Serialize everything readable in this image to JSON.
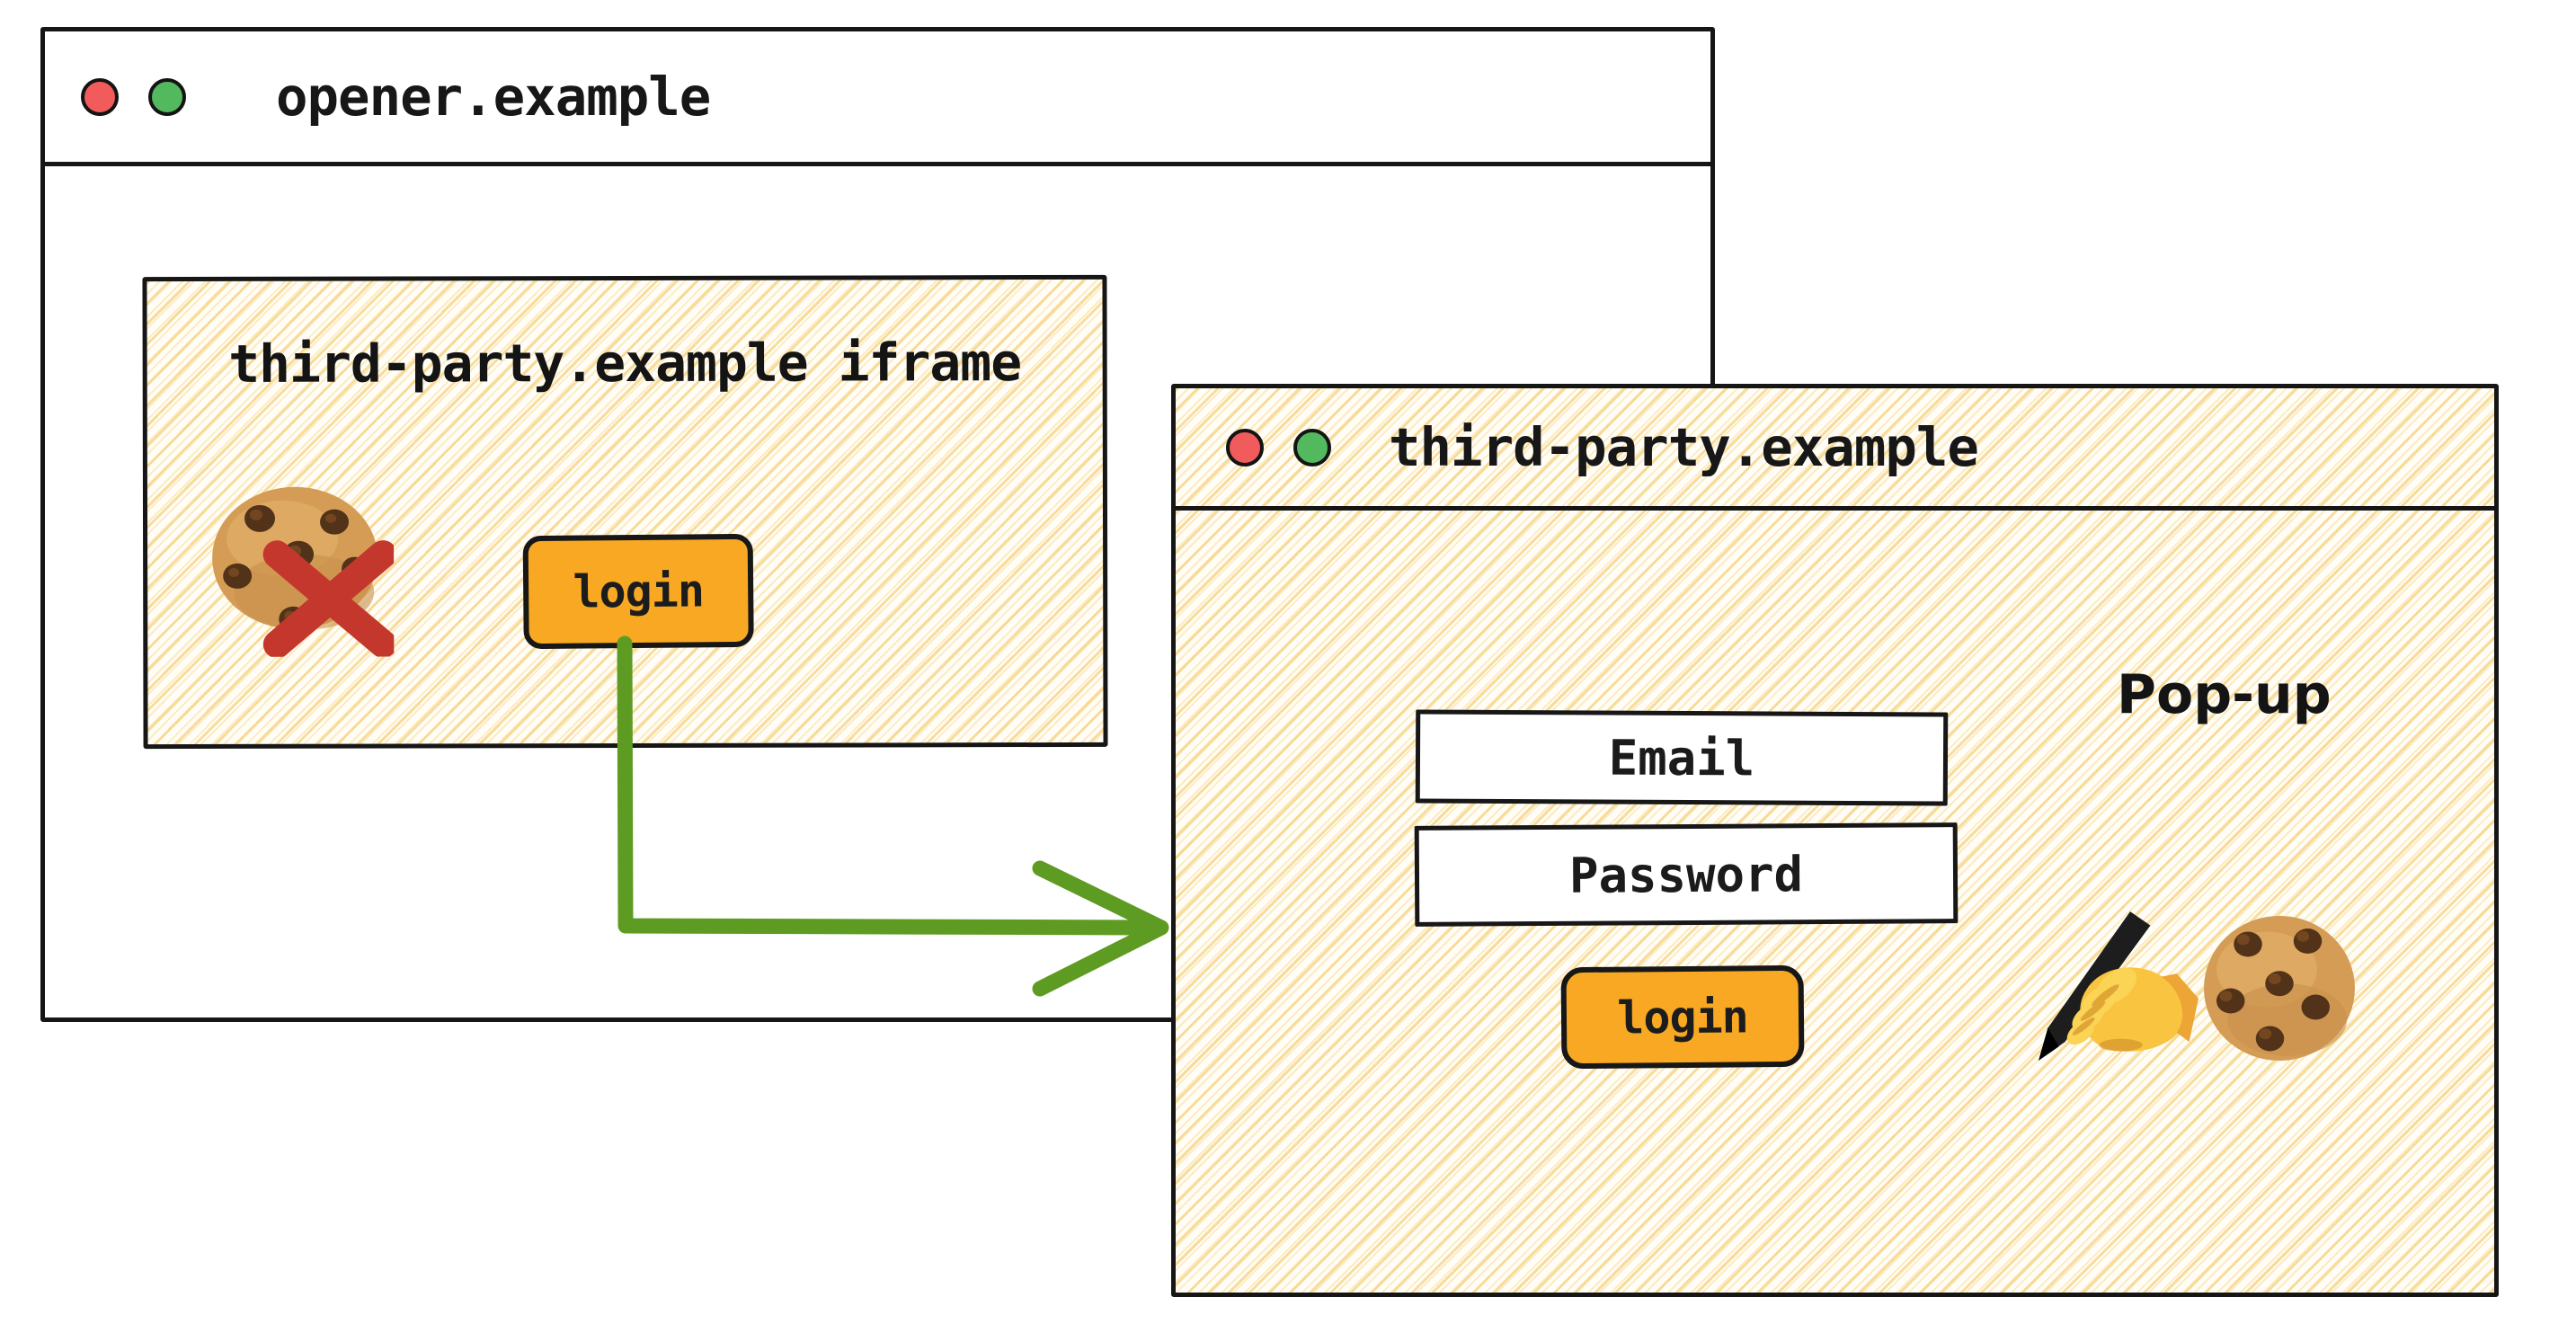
{
  "opener_window": {
    "title": "opener.example",
    "traffic_lights": {
      "close": "red",
      "minimize": "green"
    },
    "iframe": {
      "title": "third-party.example iframe",
      "login_button_label": "login",
      "blocked_cookie_icon": "cookie-with-red-x"
    }
  },
  "popup_window": {
    "title": "third-party.example",
    "traffic_lights": {
      "close": "red",
      "minimize": "green"
    },
    "popup_label": "Pop-up",
    "form": {
      "email_placeholder": "Email",
      "password_placeholder": "Password",
      "login_button_label": "login"
    },
    "icons": [
      "writing-hand",
      "cookie"
    ]
  },
  "arrow": {
    "from": "iframe-login-button",
    "to": "popup-window",
    "color": "#5e9b22"
  },
  "colors": {
    "button_orange": "#f8a823",
    "arrow_green": "#5e9b22",
    "blocked_x_red": "#c4372c",
    "traffic_red": "#f15b5b",
    "traffic_green": "#53b95e",
    "hatch_gold": "#f7d68a",
    "border_black": "#161616"
  }
}
